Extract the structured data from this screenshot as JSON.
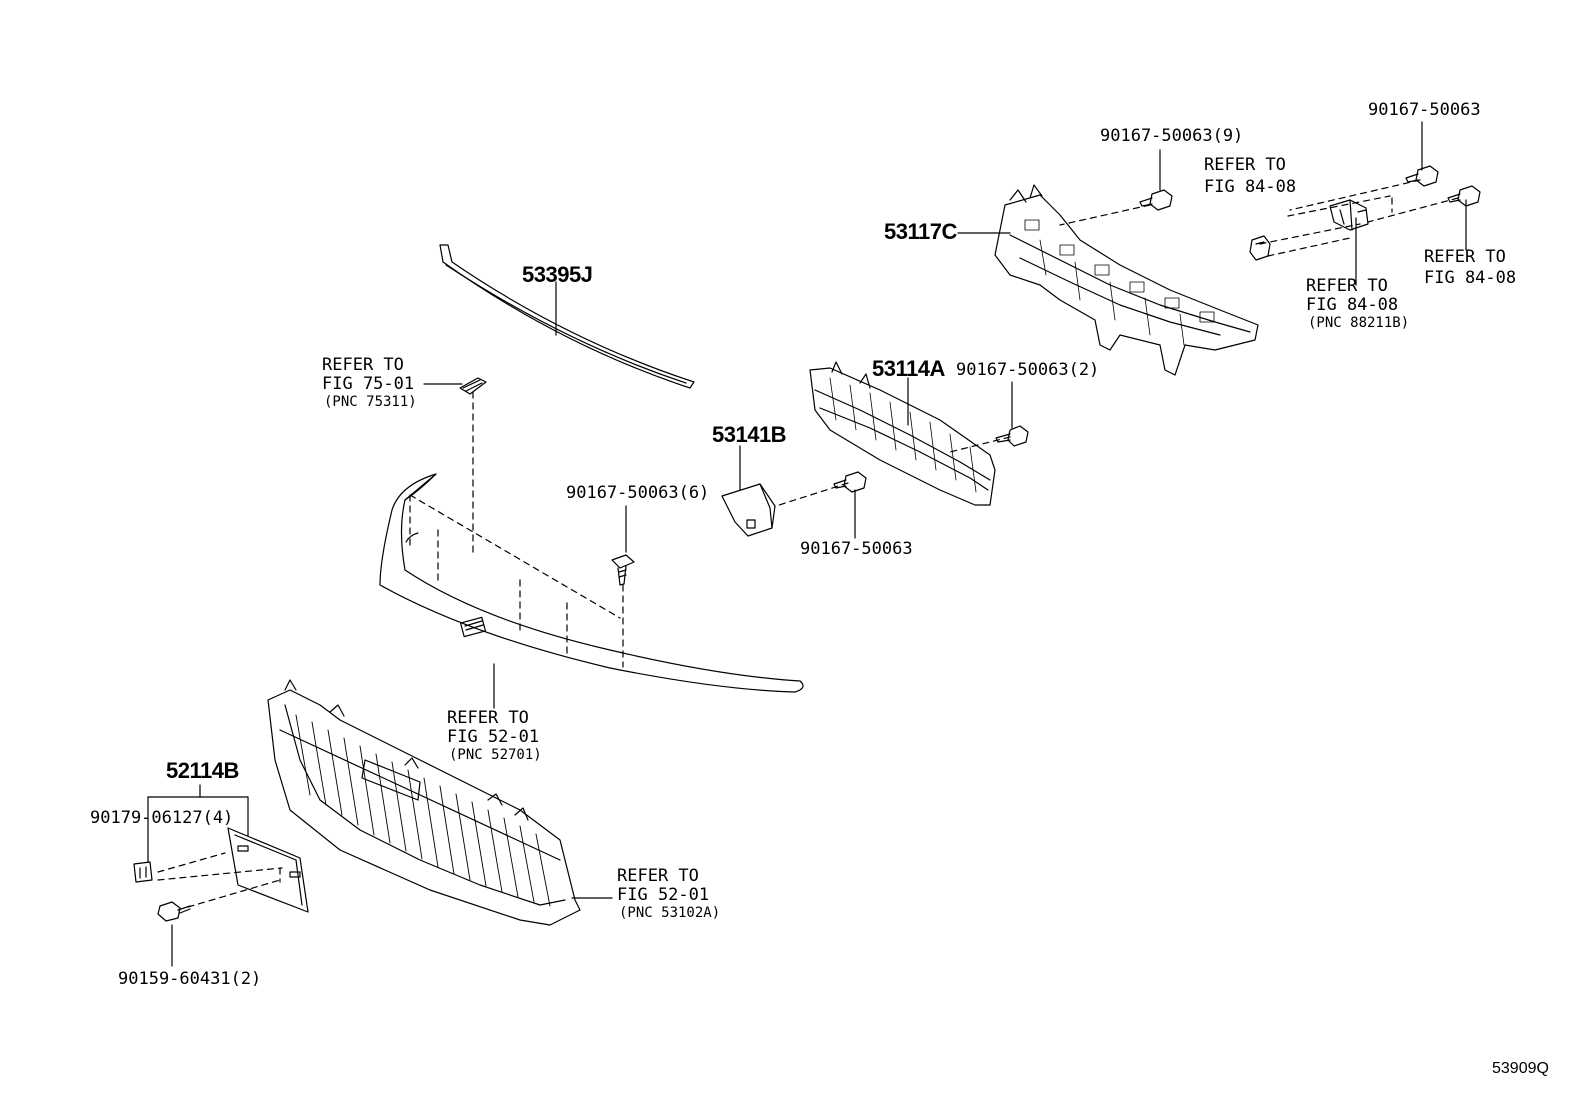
{
  "labels": {
    "p53395J": "53395J",
    "p53117C": "53117C",
    "p53114A": "53114A",
    "p53141B": "53141B",
    "p52114B": "52114B",
    "bolt_9": "90167-50063(9)",
    "bolt_top_right": "90167-50063",
    "bolt_2": "90167-50063(2)",
    "bolt_6": "90167-50063(6)",
    "bolt_mid": "90167-50063",
    "clip_4": "90179-06127(4)",
    "bolt_bottom": "90159-60431(2)",
    "refer_to": "REFER TO",
    "fig_84_08": "FIG 84-08",
    "fig_75_01": "FIG 75-01",
    "fig_52_01": "FIG 52-01",
    "pnc_75311": "(PNC 75311)",
    "pnc_88211B": "(PNC 88211B)",
    "pnc_52701": "(PNC 52701)",
    "pnc_53102A": "(PNC 53102A)",
    "diagram_code": "53909Q"
  }
}
